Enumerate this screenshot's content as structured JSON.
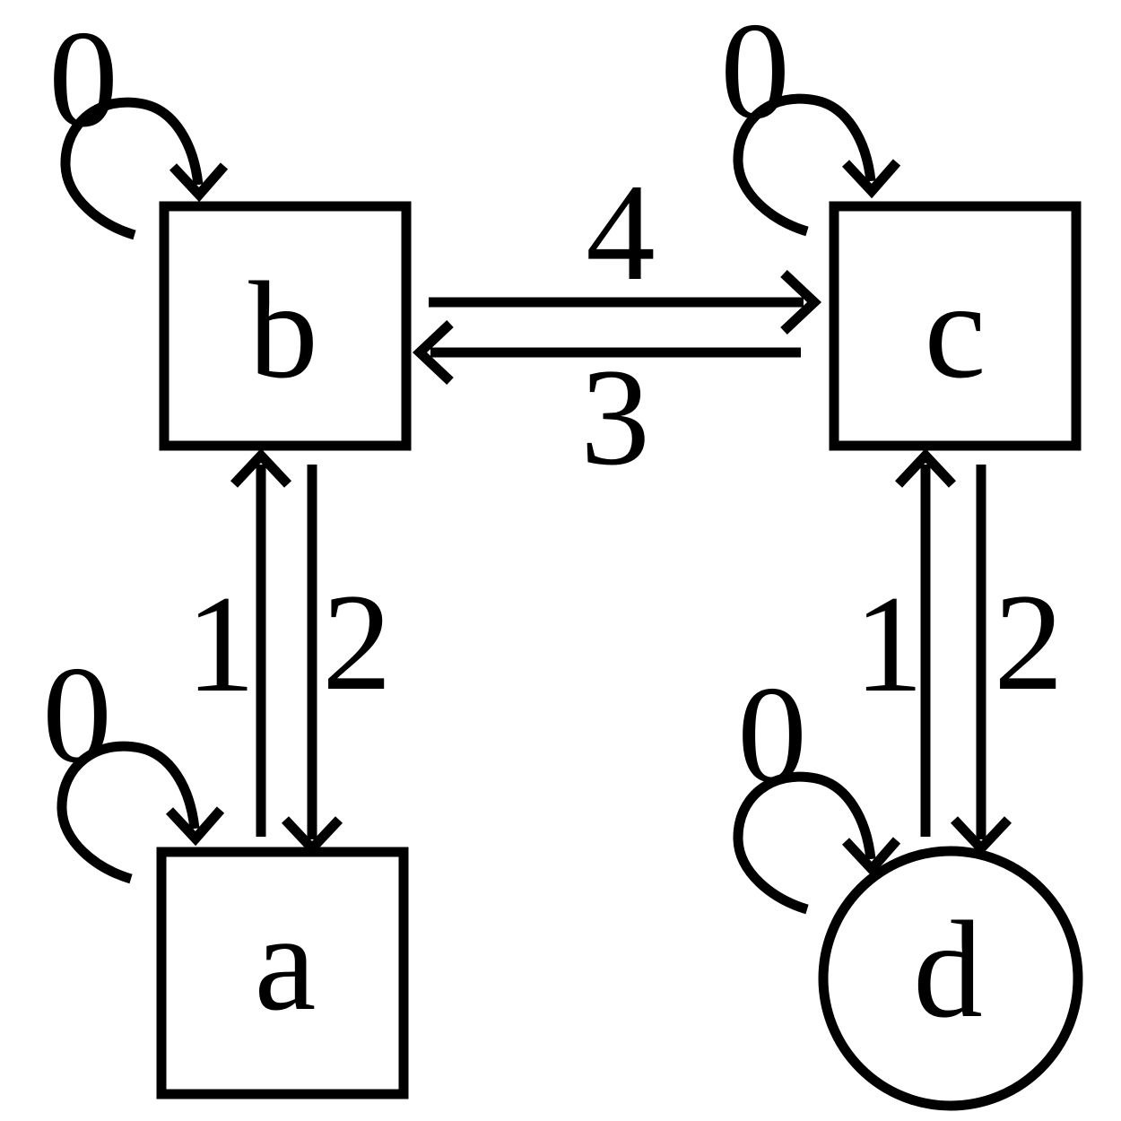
{
  "graph": {
    "title": "state-transition-diagram",
    "background_color": "#ffffff",
    "stroke_color": "#000000",
    "nodes": [
      {
        "id": "b",
        "label": "b",
        "shape": "square",
        "position": "top-left"
      },
      {
        "id": "c",
        "label": "c",
        "shape": "square",
        "position": "top-right"
      },
      {
        "id": "a",
        "label": "a",
        "shape": "square",
        "position": "bottom-left"
      },
      {
        "id": "d",
        "label": "d",
        "shape": "circle",
        "position": "bottom-right"
      }
    ],
    "edges": [
      {
        "from": "b",
        "to": "b",
        "label": "0",
        "type": "self-loop"
      },
      {
        "from": "c",
        "to": "c",
        "label": "0",
        "type": "self-loop"
      },
      {
        "from": "a",
        "to": "a",
        "label": "0",
        "type": "self-loop"
      },
      {
        "from": "d",
        "to": "d",
        "label": "0",
        "type": "self-loop"
      },
      {
        "from": "b",
        "to": "c",
        "label": "4",
        "type": "straight"
      },
      {
        "from": "c",
        "to": "b",
        "label": "3",
        "type": "straight"
      },
      {
        "from": "a",
        "to": "b",
        "label": "1",
        "type": "straight"
      },
      {
        "from": "b",
        "to": "a",
        "label": "2",
        "type": "straight"
      },
      {
        "from": "d",
        "to": "c",
        "label": "1",
        "type": "straight"
      },
      {
        "from": "c",
        "to": "d",
        "label": "2",
        "type": "straight"
      }
    ]
  }
}
